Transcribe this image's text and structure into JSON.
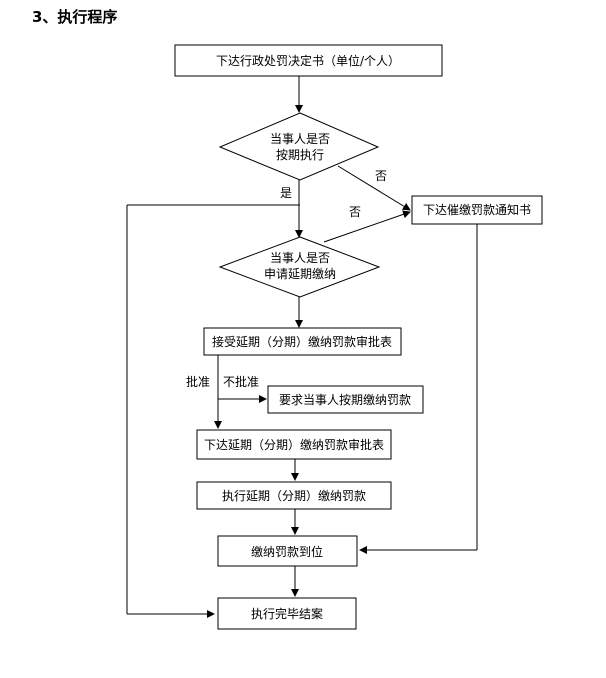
{
  "page": {
    "title": "3、执行程序"
  },
  "nodes": {
    "issue_decision": "下达行政处罚决定书（单位/个人）",
    "comply_q_line1": "当事人是否",
    "comply_q_line2": "按期执行",
    "urge_notice": "下达催缴罚款通知书",
    "delay_q_line1": "当事人是否",
    "delay_q_line2": "申请延期缴纳",
    "accept_form": "接受延期（分期）缴纳罚款审批表",
    "require_pay": "要求当事人按期缴纳罚款",
    "issue_form": "下达延期（分期）缴纳罚款审批表",
    "execute_delay": "执行延期（分期）缴纳罚款",
    "paid": "缴纳罚款到位",
    "closed": "执行完毕结案"
  },
  "edge_labels": {
    "yes": "是",
    "no_1": "否",
    "no_2": "否",
    "approve": "批准",
    "not_approve": "不批准"
  }
}
